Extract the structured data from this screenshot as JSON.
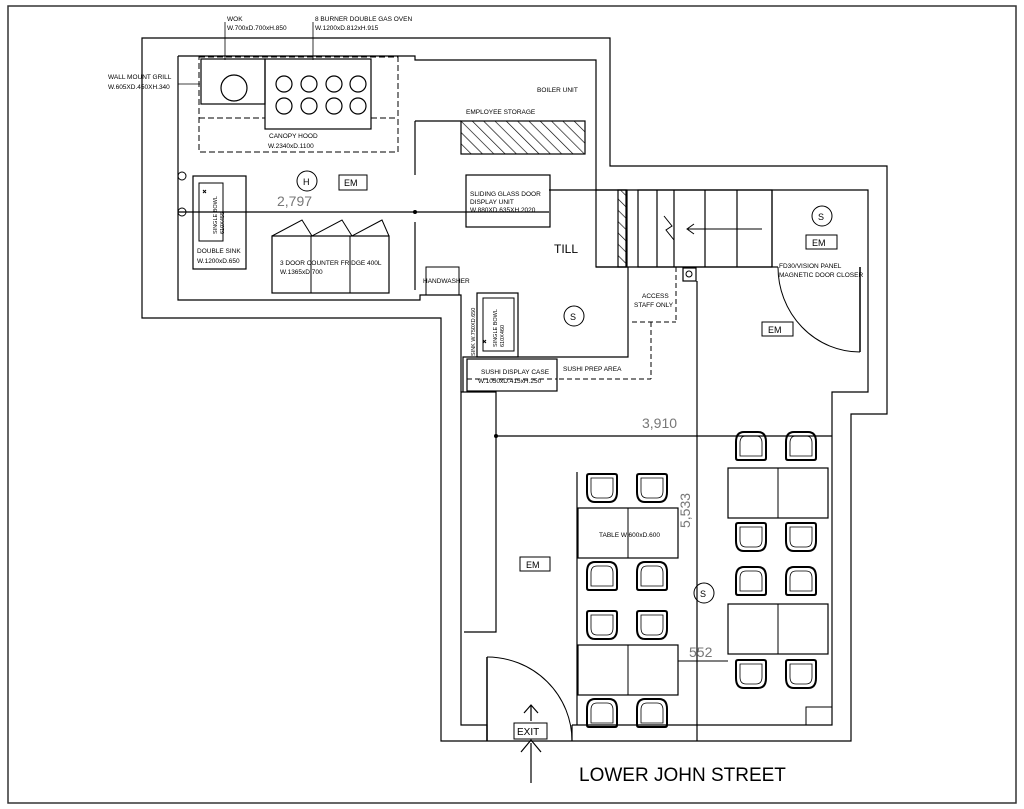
{
  "labels": {
    "wok": "WOK",
    "wok_dims": "W.700xD.700xH.850",
    "oven": "8 BURNER DOUBLE GAS OVEN",
    "oven_dims": "W.1200xD.812xH.915",
    "grill": "WALL MOUNT GRILL",
    "grill_dims": "W.605XD.450XH.340",
    "boiler": "BOILER UNIT",
    "employee_storage": "EMPLOYEE STORAGE",
    "canopy": "CANOPY HOOD",
    "canopy_dims": "W.2340xD.1100",
    "sink_bowl_1a": "SINGLE BOWL",
    "sink_bowl_1b": "610X455",
    "double_sink": "DOUBLE SINK",
    "double_sink_dims": "W.1200xD.650",
    "fridge": "3 DOOR COUNTER FRIDGE 400L",
    "fridge_dims": "W.1365xD.700",
    "handwasher": "HANDWASHER",
    "display_1": "SLIDING GLASS DOOR",
    "display_2": "DISPLAY UNIT",
    "display_dims": "W.880XD.635XH.2020",
    "till": "TILL",
    "fd30_1": "FD30/VISION PANEL",
    "fd30_2": "MAGNETIC DOOR CLOSER",
    "access_1": "ACCESS",
    "access_2": "STAFF ONLY",
    "sink2_a": "SINK W.750XD.650",
    "sink2_b": "SINGLE BOWL",
    "sink2_c": "610X460",
    "sushi_case": "SUSHI DISPLAY CASE",
    "sushi_case_dims": "W.1050xD.415xH.250",
    "sushi_prep": "SUSHI PREP AREA",
    "table": "TABLE W.600xD.600",
    "street": "LOWER JOHN STREET",
    "exit": "EXIT",
    "heat": "H",
    "smoke": "S",
    "em": "EM"
  },
  "dimensions": {
    "kitchen_width": "2,797",
    "dining_width": "3,910",
    "dining_depth": "5,533",
    "aisle": "552"
  },
  "colors": {
    "line": "#000000",
    "dimension_text": "#777777",
    "frame": "#333333"
  }
}
